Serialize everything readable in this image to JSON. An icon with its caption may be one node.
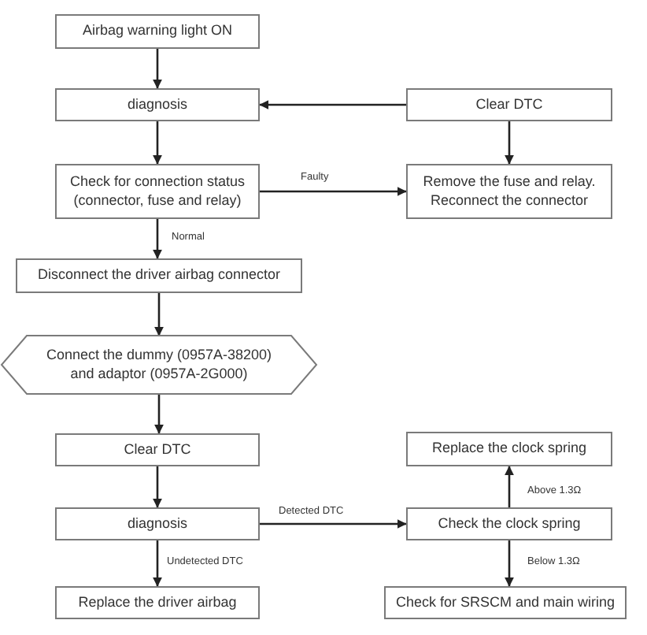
{
  "diagram": {
    "nodes": [
      {
        "text": [
          "Airbag warning light ON"
        ]
      },
      {
        "text": [
          "diagnosis"
        ]
      },
      {
        "text": [
          "Clear DTC"
        ]
      },
      {
        "text": [
          "Check for connection status (connector, fuse and relay)"
        ]
      },
      {
        "text": [
          "Remove the fuse and relay. Reconnect the connector"
        ]
      },
      {
        "text": [
          "Disconnect the driver airbag connector"
        ]
      },
      {
        "text": [
          "Connect the dummy (0957A-38200) and adaptor (0957A-2G000)"
        ]
      },
      {
        "text": [
          "Clear DTC"
        ]
      },
      {
        "text": [
          "Replace the clock spring"
        ]
      },
      {
        "text": [
          "diagnosis"
        ]
      },
      {
        "text": [
          "Check the clock spring"
        ]
      },
      {
        "text": [
          "Replace the driver airbag"
        ]
      },
      {
        "text": [
          "Check for SRSCM and main wiring"
        ]
      }
    ],
    "edges": [
      {
        "from": 0,
        "to": 1,
        "arrow": "to"
      },
      {
        "from": 2,
        "to": 1,
        "arrow": "to"
      },
      {
        "from": 1,
        "to": 3,
        "arrow": "to"
      },
      {
        "from": 3,
        "to": 4,
        "arrow": "to",
        "label": "Faulty"
      },
      {
        "from": 2,
        "to": 4,
        "arrow": "to"
      },
      {
        "from": 3,
        "to": 5,
        "arrow": "to",
        "label": "Normal"
      },
      {
        "from": 5,
        "to": 6,
        "arrow": "to"
      },
      {
        "from": 6,
        "to": 7,
        "arrow": "to"
      },
      {
        "from": 7,
        "to": 9,
        "arrow": "to"
      },
      {
        "from": 9,
        "to": 10,
        "arrow": "to",
        "label": "Detected DTC"
      },
      {
        "from": 10,
        "to": 8,
        "arrow": "to",
        "label": "Above 1.3Ω"
      },
      {
        "from": 10,
        "to": 12,
        "arrow": "to",
        "label": "Below 1.3Ω"
      },
      {
        "from": 9,
        "to": 11,
        "arrow": "to",
        "label": "Undetected DTC"
      }
    ]
  }
}
